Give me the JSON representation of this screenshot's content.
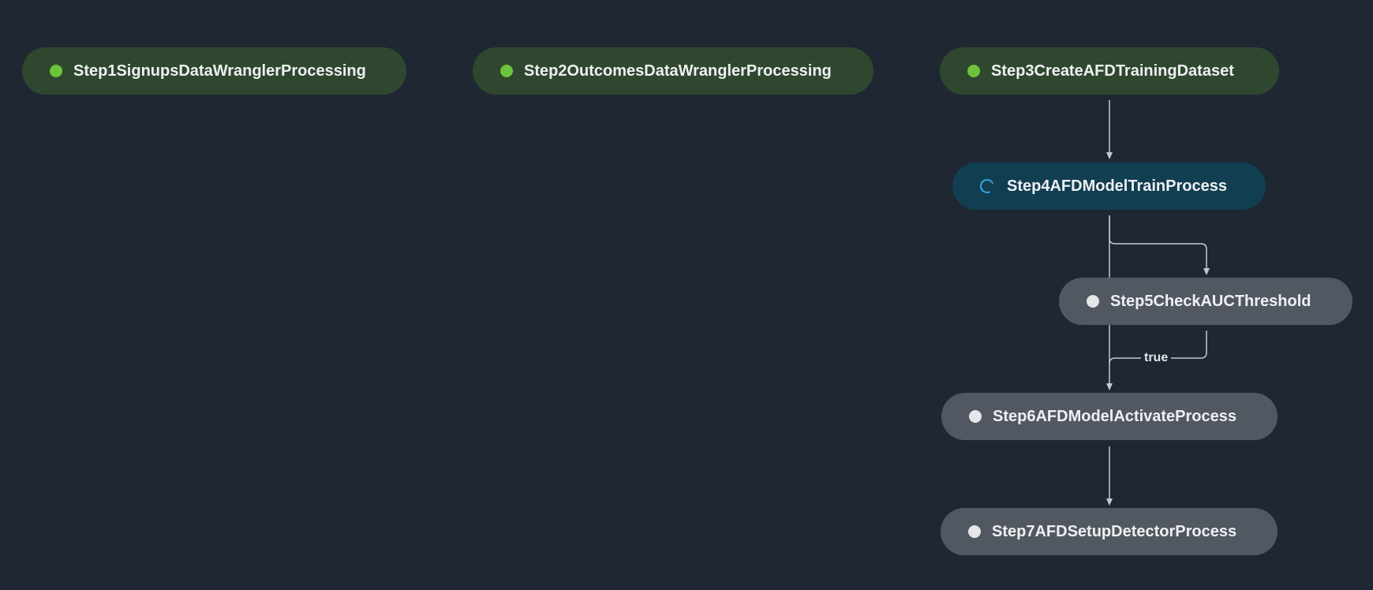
{
  "pipeline": {
    "steps": [
      {
        "label": "Step1SignupsDataWranglerProcessing",
        "status": "succeeded"
      },
      {
        "label": "Step2OutcomesDataWranglerProcessing",
        "status": "succeeded"
      },
      {
        "label": "Step3CreateAFDTrainingDataset",
        "status": "succeeded"
      },
      {
        "label": "Step4AFDModelTrainProcess",
        "status": "executing"
      },
      {
        "label": "Step5CheckAUCThreshold",
        "status": "pending"
      },
      {
        "label": "Step6AFDModelActivateProcess",
        "status": "pending"
      },
      {
        "label": "Step7AFDSetupDetectorProcess",
        "status": "pending"
      }
    ],
    "edges": {
      "condition_true_label": "true"
    },
    "colors": {
      "background": "#1f2733",
      "succeeded": "#2f472f",
      "succeeded_dot": "#6dc33b",
      "executing": "#123e52",
      "executing_spinner": "#34a9e6",
      "pending": "#525861",
      "pending_dot": "#e4e6ea",
      "edge_line": "#c4c8ce"
    },
    "icons": {
      "succeeded": "status-succeeded-icon",
      "executing": "spinner-icon",
      "pending": "status-pending-icon"
    }
  }
}
